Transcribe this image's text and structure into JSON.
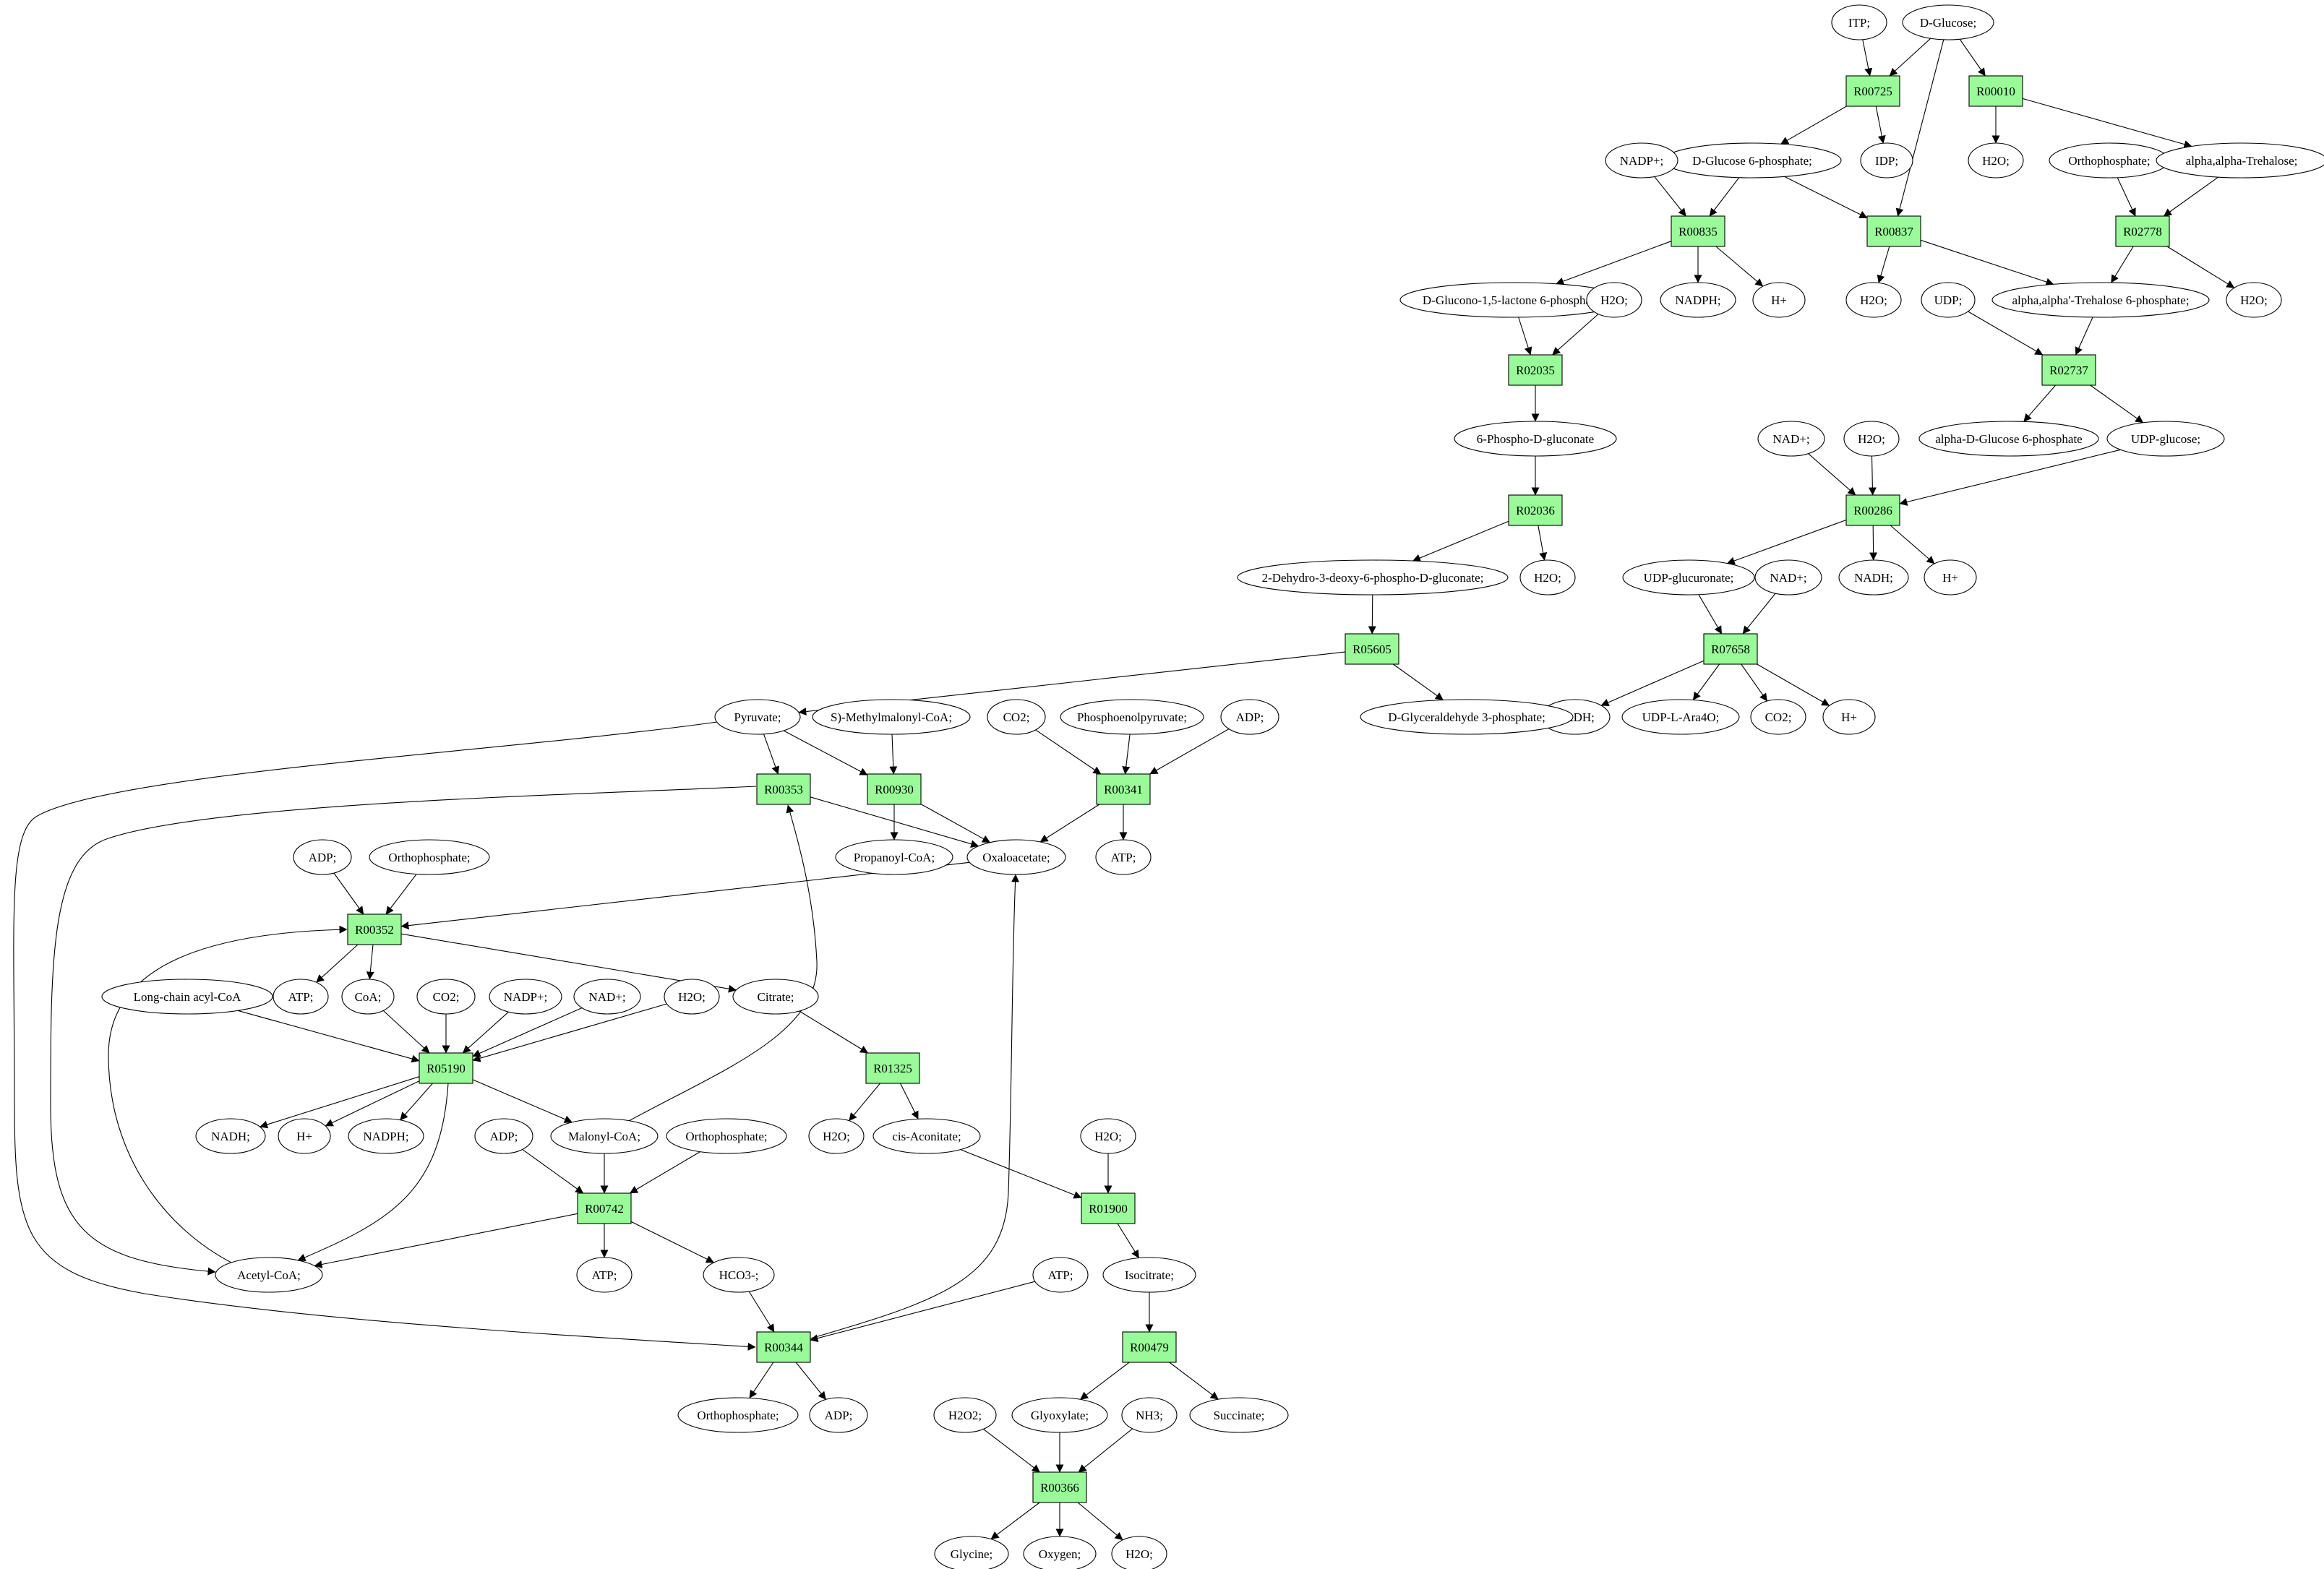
{
  "graph": {
    "reaction_fill": "#98fb98",
    "source_fill": "#00ff00",
    "target_fill": "#ffff00",
    "edge_color": "#000000",
    "reactions": [
      {
        "id": "R00725",
        "label": "R00725"
      },
      {
        "id": "R00010",
        "label": "R00010"
      },
      {
        "id": "R00835",
        "label": "R00835"
      },
      {
        "id": "R00837",
        "label": "R00837"
      },
      {
        "id": "R02778",
        "label": "R02778"
      },
      {
        "id": "R02035",
        "label": "R02035"
      },
      {
        "id": "R02737",
        "label": "R02737"
      },
      {
        "id": "R02036",
        "label": "R02036"
      },
      {
        "id": "R00286",
        "label": "R00286"
      },
      {
        "id": "R05605",
        "label": "R05605"
      },
      {
        "id": "R07658",
        "label": "R07658"
      },
      {
        "id": "R00353",
        "label": "R00353"
      },
      {
        "id": "R00930",
        "label": "R00930"
      },
      {
        "id": "R00341",
        "label": "R00341"
      },
      {
        "id": "R00352",
        "label": "R00352"
      },
      {
        "id": "R05190",
        "label": "R05190"
      },
      {
        "id": "R01325",
        "label": "R01325"
      },
      {
        "id": "R00742",
        "label": "R00742"
      },
      {
        "id": "R01900",
        "label": "R01900"
      },
      {
        "id": "R00344",
        "label": "R00344"
      },
      {
        "id": "R00479",
        "label": "R00479"
      },
      {
        "id": "R00366",
        "label": "R00366"
      }
    ],
    "metabolites": [
      {
        "id": "m_itp",
        "label": "ITP;"
      },
      {
        "id": "m_dglucose",
        "label": "D-Glucose;",
        "role": "source"
      },
      {
        "id": "m_g6p",
        "label": "D-Glucose 6-phosphate;"
      },
      {
        "id": "m_idp",
        "label": "IDP;"
      },
      {
        "id": "m_h2o_a",
        "label": "H2O;"
      },
      {
        "id": "m_nadp_a",
        "label": "NADP+;"
      },
      {
        "id": "m_orthoP_a",
        "label": "Orthophosphate;"
      },
      {
        "id": "m_trehalose",
        "label": "alpha,alpha-Trehalose;"
      },
      {
        "id": "m_glucono",
        "label": "D-Glucono-1,5-lactone 6-phosphate;"
      },
      {
        "id": "m_h2o_b",
        "label": "H2O;"
      },
      {
        "id": "m_nadph_a",
        "label": "NADPH;"
      },
      {
        "id": "m_h_a",
        "label": "H+"
      },
      {
        "id": "m_h2o_c",
        "label": "H2O;"
      },
      {
        "id": "m_udp",
        "label": "UDP;"
      },
      {
        "id": "m_tre6p",
        "label": "alpha,alpha'-Trehalose 6-phosphate;"
      },
      {
        "id": "m_h2o_d",
        "label": "H2O;"
      },
      {
        "id": "m_6pg",
        "label": "6-Phospho-D-gluconate"
      },
      {
        "id": "m_ag6p",
        "label": "alpha-D-Glucose 6-phosphate"
      },
      {
        "id": "m_udpglc",
        "label": "UDP-glucose;"
      },
      {
        "id": "m_nad_a",
        "label": "NAD+;"
      },
      {
        "id": "m_h2o_e",
        "label": "H2O;"
      },
      {
        "id": "m_kdpg",
        "label": "2-Dehydro-3-deoxy-6-phospho-D-gluconate;"
      },
      {
        "id": "m_h2o_f",
        "label": "H2O;"
      },
      {
        "id": "m_udpglcA",
        "label": "UDP-glucuronate;"
      },
      {
        "id": "m_nad_b",
        "label": "NAD+;"
      },
      {
        "id": "m_nadh_a",
        "label": "NADH;"
      },
      {
        "id": "m_h_b",
        "label": "H+"
      },
      {
        "id": "m_nadh_b",
        "label": "NADH;"
      },
      {
        "id": "m_udpara",
        "label": "UDP-L-Ara4O;"
      },
      {
        "id": "m_co2_a",
        "label": "CO2;"
      },
      {
        "id": "m_h_c",
        "label": "H+"
      },
      {
        "id": "m_pyruvate",
        "label": "Pyruvate;"
      },
      {
        "id": "m_smmcoa",
        "label": "S)-Methylmalonyl-CoA;"
      },
      {
        "id": "m_co2_b",
        "label": "CO2;"
      },
      {
        "id": "m_pep",
        "label": "Phosphoenolpyruvate;"
      },
      {
        "id": "m_adp_a",
        "label": "ADP;"
      },
      {
        "id": "m_gap",
        "label": "D-Glyceraldehyde 3-phosphate;"
      },
      {
        "id": "m_propcoa",
        "label": "Propanoyl-CoA;"
      },
      {
        "id": "m_oaa",
        "label": "Oxaloacetate;"
      },
      {
        "id": "m_atp_a",
        "label": "ATP;"
      },
      {
        "id": "m_adp_b",
        "label": "ADP;"
      },
      {
        "id": "m_orthoP_b",
        "label": "Orthophosphate;"
      },
      {
        "id": "m_lcacoa",
        "label": "Long-chain acyl-CoA"
      },
      {
        "id": "m_atp_b",
        "label": "ATP;"
      },
      {
        "id": "m_coa",
        "label": "CoA;"
      },
      {
        "id": "m_co2_c",
        "label": "CO2;"
      },
      {
        "id": "m_nadp_b",
        "label": "NADP+;"
      },
      {
        "id": "m_nad_c",
        "label": "NAD+;"
      },
      {
        "id": "m_h2o_g",
        "label": "H2O;"
      },
      {
        "id": "m_citrate",
        "label": "Citrate;"
      },
      {
        "id": "m_nadh_c",
        "label": "NADH;"
      },
      {
        "id": "m_h_d",
        "label": "H+"
      },
      {
        "id": "m_nadph_b",
        "label": "NADPH;"
      },
      {
        "id": "m_adp_c",
        "label": "ADP;"
      },
      {
        "id": "m_malcoa",
        "label": "Malonyl-CoA;"
      },
      {
        "id": "m_orthoP_c",
        "label": "Orthophosphate;"
      },
      {
        "id": "m_h2o_h",
        "label": "H2O;"
      },
      {
        "id": "m_cisacon",
        "label": "cis-Aconitate;"
      },
      {
        "id": "m_h2o_i",
        "label": "H2O;"
      },
      {
        "id": "m_acetylcoa",
        "label": "Acetyl-CoA;"
      },
      {
        "id": "m_atp_c",
        "label": "ATP;"
      },
      {
        "id": "m_hco3",
        "label": "HCO3-;"
      },
      {
        "id": "m_atp_d",
        "label": "ATP;"
      },
      {
        "id": "m_isocitrate",
        "label": "Isocitrate;"
      },
      {
        "id": "m_orthoP_d",
        "label": "Orthophosphate;"
      },
      {
        "id": "m_adp_d",
        "label": "ADP;"
      },
      {
        "id": "m_h2o2",
        "label": "H2O2;"
      },
      {
        "id": "m_glyoxylate",
        "label": "Glyoxylate;"
      },
      {
        "id": "m_nh3",
        "label": "NH3;"
      },
      {
        "id": "m_succinate",
        "label": "Succinate;"
      },
      {
        "id": "m_glycine",
        "label": "Glycine;",
        "role": "target"
      },
      {
        "id": "m_oxygen",
        "label": "Oxygen;"
      },
      {
        "id": "m_h2o_j",
        "label": "H2O;"
      }
    ]
  }
}
